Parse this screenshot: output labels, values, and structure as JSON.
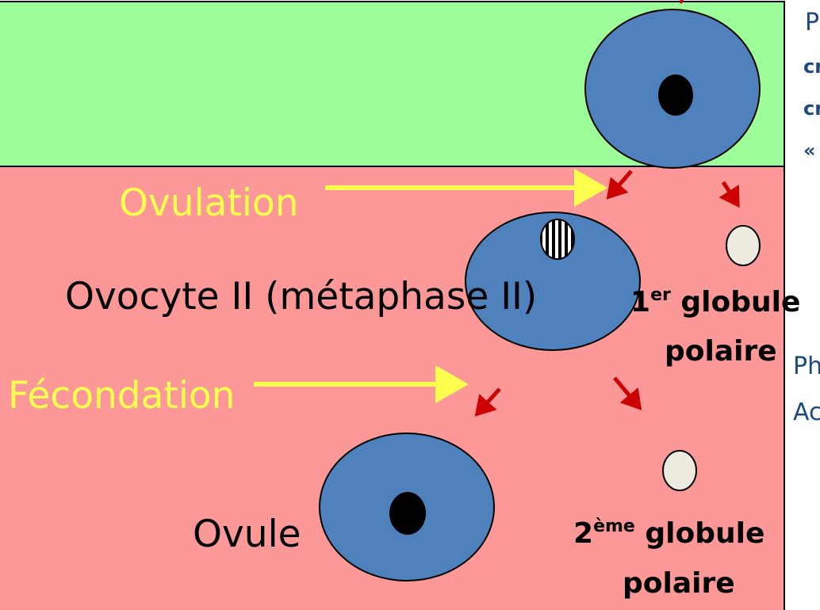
{
  "colors": {
    "stage_top": "#9cff99",
    "stage_bottom": "#fd9898",
    "cell": "#4f81bd",
    "polar_body": "#eeece1",
    "label_yellow": "#ffff4d",
    "arrow_red": "#cc0000",
    "side_text": "#1f497d"
  },
  "labels": {
    "ovulation": "Ovulation",
    "ovocyte": "Ovocyte II (métaphase II)",
    "fecondation": "Fécondation",
    "ovule": "Ovule",
    "pb1_num": "1",
    "pb1_sup": "er",
    "pb1_word": " globule",
    "pb1_line2": "polaire",
    "pb2_num": "2",
    "pb2_sup": "ème",
    "pb2_word": " globule",
    "pb2_line2": "polaire"
  },
  "side_text": {
    "line1": "P",
    "line2": "cr",
    "line3": "cr",
    "line4": "«",
    "line5": "Ph",
    "line6": "Ac"
  }
}
